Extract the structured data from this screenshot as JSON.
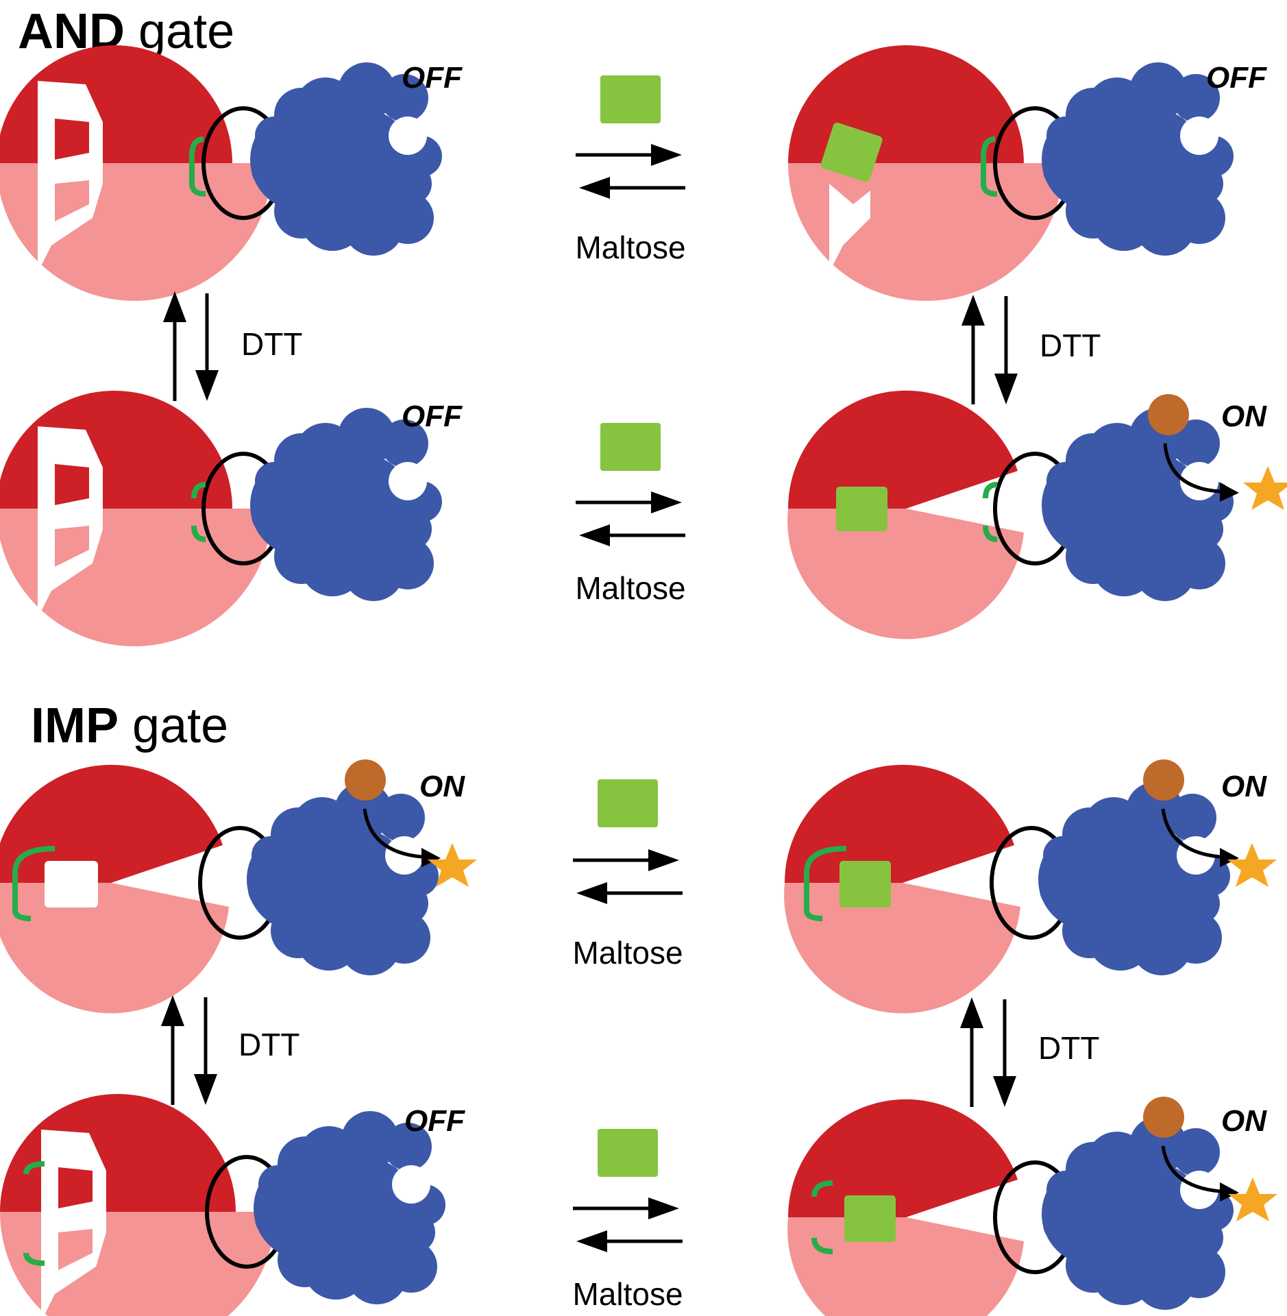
{
  "colors": {
    "dark_red": "#cd2027",
    "pink": "#f49494",
    "blue": "#3c58a8",
    "green_square": "#86c440",
    "green_bracket": "#25ad4a",
    "substrate": "#be6a2a",
    "product": "#f5a623",
    "line": "#000000"
  },
  "and_gate": {
    "title_bold": "AND",
    "title_rest": " gate",
    "top_left": {
      "state": "OFF"
    },
    "top_right": {
      "state": "OFF"
    },
    "bot_left": {
      "state": "OFF"
    },
    "bot_right": {
      "state": "ON"
    },
    "maltose_top": "Maltose",
    "maltose_bot": "Maltose",
    "dtt_left": "DTT",
    "dtt_right": "DTT"
  },
  "imp_gate": {
    "title_bold": "IMP",
    "title_rest": " gate",
    "top_left": {
      "state": "ON"
    },
    "top_right": {
      "state": "ON"
    },
    "bot_left": {
      "state": "OFF"
    },
    "bot_right": {
      "state": "ON"
    },
    "maltose_top": "Maltose",
    "maltose_bot": "Maltose",
    "dtt_left": "DTT",
    "dtt_right": "DTT"
  }
}
